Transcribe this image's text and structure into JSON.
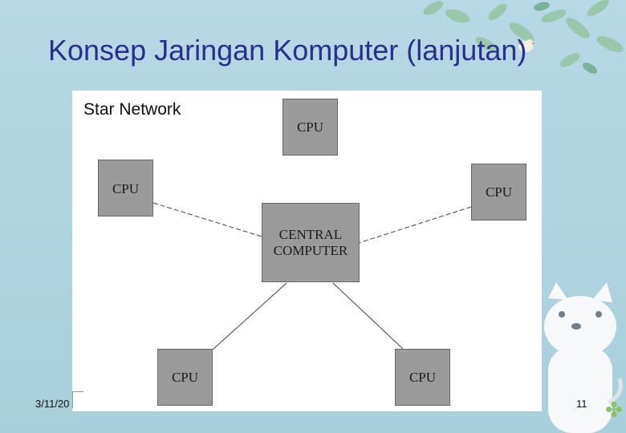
{
  "slide": {
    "title": "Konsep Jaringan Komputer (lanjutan)",
    "footer_date": "3/11/20",
    "page_number": "11"
  },
  "diagram": {
    "heading": "Star Network",
    "central_label": "CENTRAL COMPUTER",
    "nodes": [
      {
        "label": "CPU"
      },
      {
        "label": "CPU"
      },
      {
        "label": "CPU"
      },
      {
        "label": "CPU"
      },
      {
        "label": "CPU"
      }
    ]
  }
}
